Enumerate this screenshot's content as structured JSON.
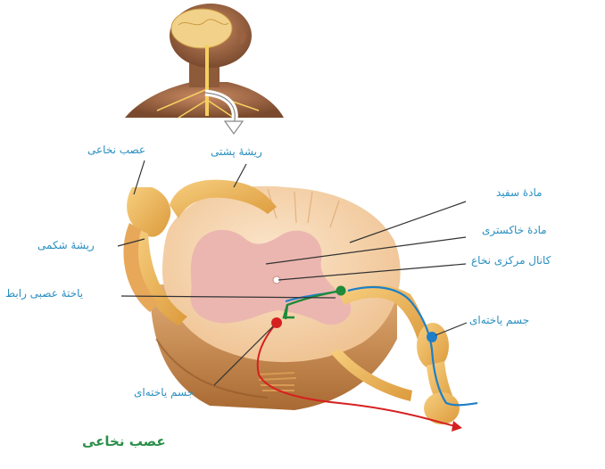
{
  "labels": {
    "white_matter": "مادهٔ سفید",
    "gray_matter": "مادهٔ خاکستری",
    "central_canal": "کانال مرکزی نخاع",
    "interneuron": "یاختهٔ عصبی رابط",
    "cell_body_right": "جسم یاخته‌ای",
    "cell_body_bottom": "جسم یاخته‌ای",
    "dorsal_root": "ریشهٔ پشتی",
    "spinal_nerve_top": "عصب نخاعی",
    "ventral_root": "ریشهٔ شکمی"
  },
  "caption": "عصب نخاعی",
  "colors": {
    "label_text": "#2a8fc0",
    "caption_text": "#2c8f4a",
    "sensory_neuron": "#1e7fc8",
    "interneuron": "#1f8a3a",
    "motor_neuron": "#d62020",
    "nerve": "#f0b85a",
    "gray_matter": "#ebb6b0",
    "white_matter": "#f7d7b2"
  }
}
